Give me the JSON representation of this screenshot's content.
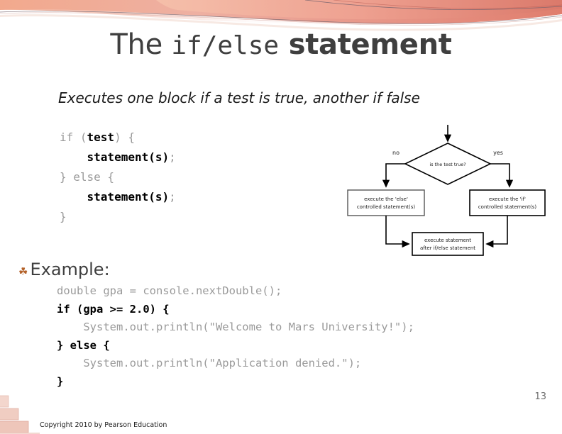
{
  "slide": {
    "title": {
      "prefix": "The ",
      "mono": "if/else",
      "suffix": " statement"
    },
    "subtitle": "Executes one block if a test is true, another if false",
    "syntax_code": {
      "lines": [
        {
          "text": "if (",
          "bold": "test",
          "text2": ") {"
        },
        {
          "indent": "    ",
          "bold": "statement(s)",
          "text2": ";"
        },
        {
          "text": "} else {"
        },
        {
          "indent": "    ",
          "bold": "statement(s)",
          "text2": ";"
        },
        {
          "text": "}"
        }
      ],
      "plain": "if (test) {\n    statement(s);\n} else {\n    statement(s);\n}"
    },
    "example": {
      "bullet_icon": "curly-ornament-bullet",
      "label": "Example:",
      "code_lines": [
        "double gpa = console.nextDouble();",
        "if (gpa >= 2.0) {",
        "    System.out.println(\"Welcome to Mars University!\");",
        "} else {",
        "    System.out.println(\"Application denied.\");",
        "}"
      ],
      "bold_line_indexes": [
        1,
        3,
        5
      ]
    },
    "flowchart": {
      "decision_label": "is the test true?",
      "branch_no": "no",
      "branch_yes": "yes",
      "box_else_line1": "execute the 'else'",
      "box_else_line2": "controlled statement(s)",
      "box_if_line1": "execute the 'if'",
      "box_if_line2": "controlled statement(s)",
      "box_after_line1": "execute statement",
      "box_after_line2": "after if/else statement"
    },
    "footer": {
      "copyright": "Copyright 2010 by Pearson Education",
      "page_number": "13"
    },
    "colors": {
      "title_text": "#3f3f3f",
      "code_gray": "#9a9a9a",
      "code_black": "#000000",
      "bullet_orange": "#b4622a",
      "header_salmon": "#e8a28f",
      "header_rose": "#e79d92",
      "brick_pink": "#efc9c0"
    }
  }
}
